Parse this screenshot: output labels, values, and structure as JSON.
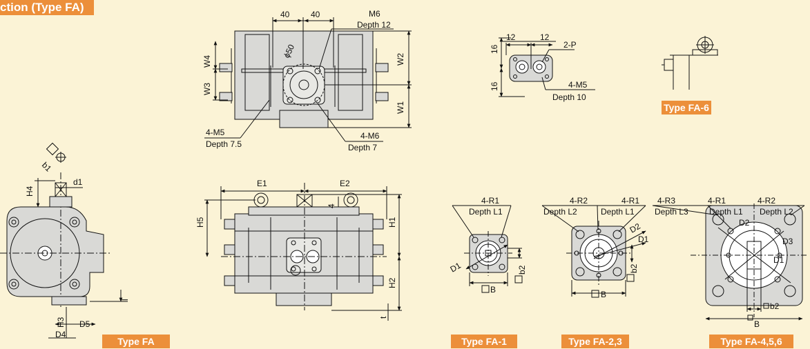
{
  "header": {
    "title": "ction (Type FA)"
  },
  "badges": {
    "fa": "Type FA",
    "fa1": "Type FA-1",
    "fa23": "Type FA-2,3",
    "fa456": "Type FA-4,5,6",
    "fa6": "Type FA-6"
  },
  "colors": {
    "accent": "#ec8f3a",
    "background": "#fbf3d6",
    "body_fill": "#d9d9d6",
    "line": "#111111"
  },
  "top_view": {
    "dim_left": "40",
    "dim_right": "40",
    "tap_top": "M6",
    "tap_top_depth": "Depth 12",
    "dia": "ϕ50",
    "w1": "W1",
    "w2": "W2",
    "w3": "W3",
    "w4": "W4",
    "tap_left": "4-M5",
    "tap_left_depth": "Depth 7.5",
    "tap_right": "4-M6",
    "tap_right_depth": "Depth 7"
  },
  "port_detail": {
    "d1": "12",
    "d2": "12",
    "v1": "16",
    "v2": "16",
    "port": "2-P",
    "tap": "4-M5",
    "depth": "Depth 10"
  },
  "side_view": {
    "b1": "b1",
    "h4": "H4",
    "d1": "d1",
    "h3": "H3",
    "d5": "D5",
    "d4": "D4",
    "l": "l"
  },
  "front_view": {
    "e1": "E1",
    "e2": "E2",
    "h5": "H5",
    "h1": "H1",
    "h2": "H2",
    "four": "4",
    "t": "t"
  },
  "fa1": {
    "r": "4-R1",
    "depth": "Depth L1",
    "d1": "D1",
    "b": "B",
    "b2": "b2"
  },
  "fa23": {
    "r2": "4-R2",
    "depth2": "Depth L2",
    "r1": "4-R1",
    "depth1": "Depth L1",
    "d2": "D2",
    "d1": "D1",
    "b": "B",
    "b2": "b2"
  },
  "fa456": {
    "r3": "4-R3",
    "depth3": "Depth L3",
    "r1": "4-R1",
    "depth1": "Depth L1",
    "r2": "4-R2",
    "depth2": "Depth L2",
    "d2": "D2",
    "d3": "D3",
    "d1": "D1",
    "b": "B",
    "b2": "b2"
  }
}
